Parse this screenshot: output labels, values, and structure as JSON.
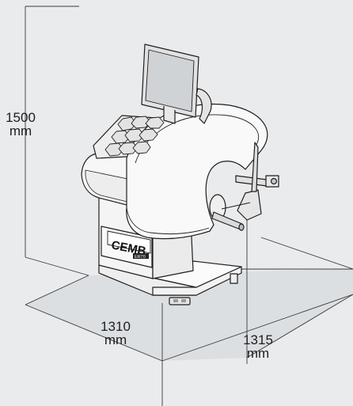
{
  "dimensions": {
    "height": {
      "value": "1500",
      "unit": "mm"
    },
    "width": {
      "value": "1310",
      "unit": "mm"
    },
    "depth": {
      "value": "1315",
      "unit": "mm"
    }
  },
  "branding": {
    "logo_text": "CEMB",
    "model_badge": "ER70"
  },
  "colors": {
    "background": "#e9ebed",
    "floor_shade": "#dcdfe2",
    "line": "#1f1f1f",
    "dimension_line": "#3a3a3a",
    "screen": "#cfd3d6",
    "body": "#f6f6f6"
  }
}
